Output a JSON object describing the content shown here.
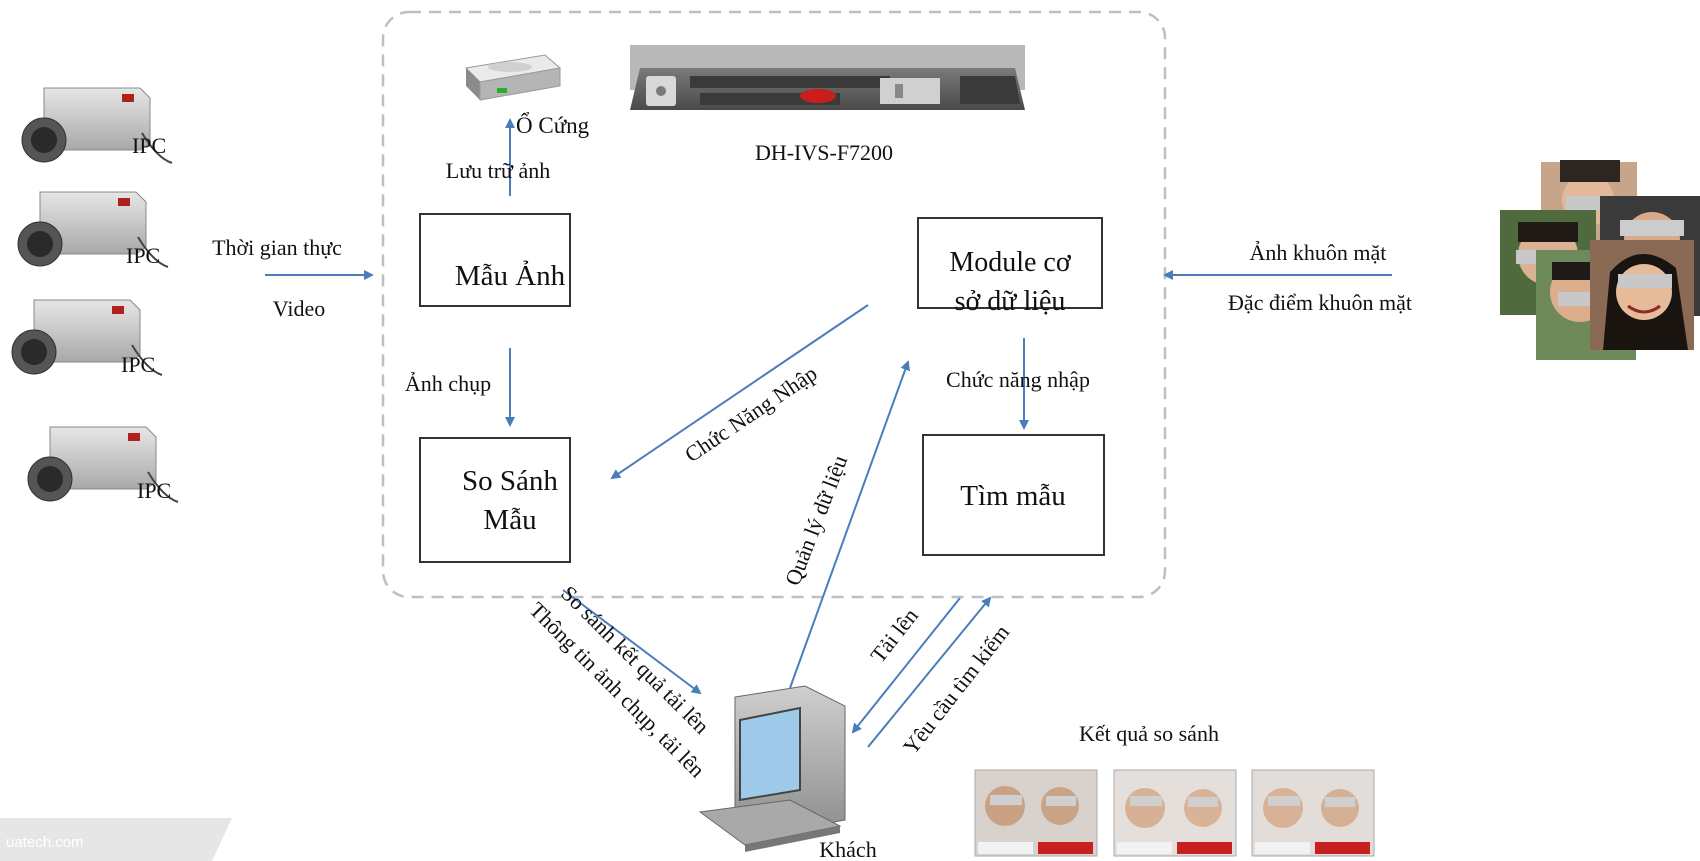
{
  "device": {
    "model": "DH-IVS-F7200"
  },
  "cameras": [
    {
      "label": "IPC"
    },
    {
      "label": "IPC"
    },
    {
      "label": "IPC"
    },
    {
      "label": "IPC"
    }
  ],
  "storage": {
    "label": "Ổ Cứng"
  },
  "boxes": {
    "mau_anh": "Mẫu Ảnh",
    "so_sanh_line1": "So Sánh",
    "so_sanh_line2": "Mẫu",
    "module_line1": "Module cơ",
    "module_line2": "sở dữ liệu",
    "tim_mau": "Tìm mẫu"
  },
  "flows": {
    "realtime": "Thời gian thực",
    "video": "Video",
    "store_images": "Lưu trữ ảnh",
    "snapshot": "Ảnh chụp",
    "import_func_diag": "Chức Năng Nhập",
    "import_func": "Chức năng nhập",
    "face_image": "Ảnh khuôn mặt",
    "face_features": "Đặc điểm khuôn mặt",
    "data_management": "Quản lý dữ liệu",
    "compare_upload": "So sánh kết quả tải lên",
    "snapshot_upload": "Thông tin ảnh chụp, tải lên",
    "upload": "Tải lên",
    "search_request": "Yêu cầu tìm kiếm"
  },
  "client": {
    "label": "Khách"
  },
  "results": {
    "label": "Kết quả so sánh"
  },
  "watermark": {
    "text": "uatech.com"
  },
  "colors": {
    "arrow": "#4a7ebb",
    "dashed_border": "#bfbfbf",
    "box_border": "#333333"
  }
}
